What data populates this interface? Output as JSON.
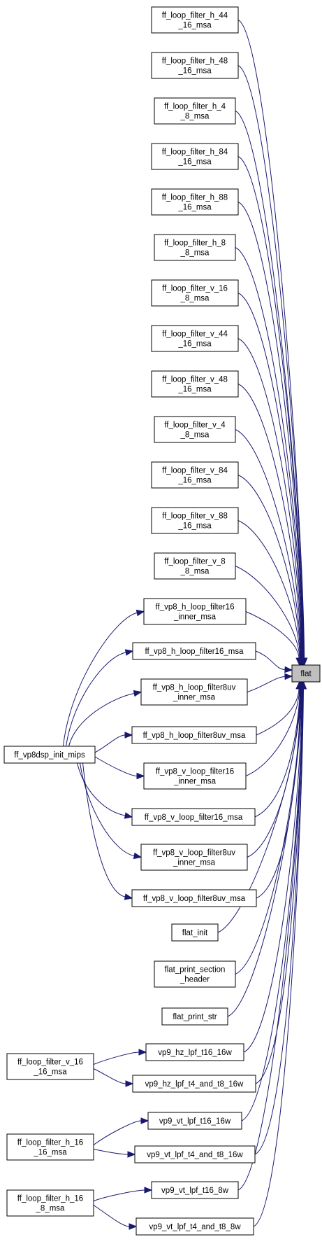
{
  "target": {
    "lines": [
      "flat"
    ]
  },
  "callers": [
    {
      "id": "h_44_16",
      "lines": [
        "ff_loop_filter_h_44",
        "_16_msa"
      ]
    },
    {
      "id": "h_48_16",
      "lines": [
        "ff_loop_filter_h_48",
        "_16_msa"
      ]
    },
    {
      "id": "h_4_8",
      "lines": [
        "ff_loop_filter_h_4",
        "_8_msa"
      ]
    },
    {
      "id": "h_84_16",
      "lines": [
        "ff_loop_filter_h_84",
        "_16_msa"
      ]
    },
    {
      "id": "h_88_16",
      "lines": [
        "ff_loop_filter_h_88",
        "_16_msa"
      ]
    },
    {
      "id": "h_8_8",
      "lines": [
        "ff_loop_filter_h_8",
        "_8_msa"
      ]
    },
    {
      "id": "v_16_8",
      "lines": [
        "ff_loop_filter_v_16",
        "_8_msa"
      ]
    },
    {
      "id": "v_44_16",
      "lines": [
        "ff_loop_filter_v_44",
        "_16_msa"
      ]
    },
    {
      "id": "v_48_16",
      "lines": [
        "ff_loop_filter_v_48",
        "_16_msa"
      ]
    },
    {
      "id": "v_4_8",
      "lines": [
        "ff_loop_filter_v_4",
        "_8_msa"
      ]
    },
    {
      "id": "v_84_16",
      "lines": [
        "ff_loop_filter_v_84",
        "_16_msa"
      ]
    },
    {
      "id": "v_88_16",
      "lines": [
        "ff_loop_filter_v_88",
        "_16_msa"
      ]
    },
    {
      "id": "v_8_8",
      "lines": [
        "ff_loop_filter_v_8",
        "_8_msa"
      ]
    },
    {
      "id": "vp8_h16_inner",
      "lines": [
        "ff_vp8_h_loop_filter16",
        "_inner_msa"
      ]
    },
    {
      "id": "vp8_h16",
      "lines": [
        "ff_vp8_h_loop_filter16_msa"
      ]
    },
    {
      "id": "vp8_h8uv_inner",
      "lines": [
        "ff_vp8_h_loop_filter8uv",
        "_inner_msa"
      ]
    },
    {
      "id": "vp8_h8uv",
      "lines": [
        "ff_vp8_h_loop_filter8uv_msa"
      ]
    },
    {
      "id": "vp8_v16_inner",
      "lines": [
        "ff_vp8_v_loop_filter16",
        "_inner_msa"
      ]
    },
    {
      "id": "vp8_v16",
      "lines": [
        "ff_vp8_v_loop_filter16_msa"
      ]
    },
    {
      "id": "vp8_v8uv_inner",
      "lines": [
        "ff_vp8_v_loop_filter8uv",
        "_inner_msa"
      ]
    },
    {
      "id": "vp8_v8uv",
      "lines": [
        "ff_vp8_v_loop_filter8uv_msa"
      ]
    },
    {
      "id": "flat_init",
      "lines": [
        "flat_init"
      ]
    },
    {
      "id": "flat_print_section_header",
      "lines": [
        "flat_print_section",
        "_header"
      ]
    },
    {
      "id": "flat_print_str",
      "lines": [
        "flat_print_str"
      ]
    },
    {
      "id": "vp9_hz_t16",
      "lines": [
        "vp9_hz_lpf_t16_16w"
      ]
    },
    {
      "id": "vp9_hz_t4t8",
      "lines": [
        "vp9_hz_lpf_t4_and_t8_16w"
      ]
    },
    {
      "id": "vp9_vt_t16_16",
      "lines": [
        "vp9_vt_lpf_t16_16w"
      ]
    },
    {
      "id": "vp9_vt_t4t8_16",
      "lines": [
        "vp9_vt_lpf_t4_and_t8_16w"
      ]
    },
    {
      "id": "vp9_vt_t16_8",
      "lines": [
        "vp9_vt_lpf_t16_8w"
      ]
    },
    {
      "id": "vp9_vt_t4t8_8",
      "lines": [
        "vp9_vt_lpf_t4_and_t8_8w"
      ]
    }
  ],
  "outer_callers": [
    {
      "id": "vp8dsp_init",
      "lines": [
        "ff_vp8dsp_init_mips"
      ],
      "calls": [
        "vp8_h16_inner",
        "vp8_h16",
        "vp8_h8uv_inner",
        "vp8_h8uv",
        "vp8_v16_inner",
        "vp8_v16",
        "vp8_v8uv_inner",
        "vp8_v8uv"
      ]
    },
    {
      "id": "v_16_16",
      "lines": [
        "ff_loop_filter_v_16",
        "_16_msa"
      ],
      "calls": [
        "vp9_hz_t16",
        "vp9_hz_t4t8"
      ]
    },
    {
      "id": "h_16_16",
      "lines": [
        "ff_loop_filter_h_16",
        "_16_msa"
      ],
      "calls": [
        "vp9_vt_t16_16",
        "vp9_vt_t4t8_16"
      ]
    },
    {
      "id": "h_16_8",
      "lines": [
        "ff_loop_filter_h_16",
        "_8_msa"
      ],
      "calls": [
        "vp9_vt_t16_8",
        "vp9_vt_t4t8_8"
      ]
    }
  ],
  "colors": {
    "edge": "#191970",
    "node_border": "#000000",
    "target_fill": "#bfbfbf",
    "node_fill": "#ffffff"
  }
}
